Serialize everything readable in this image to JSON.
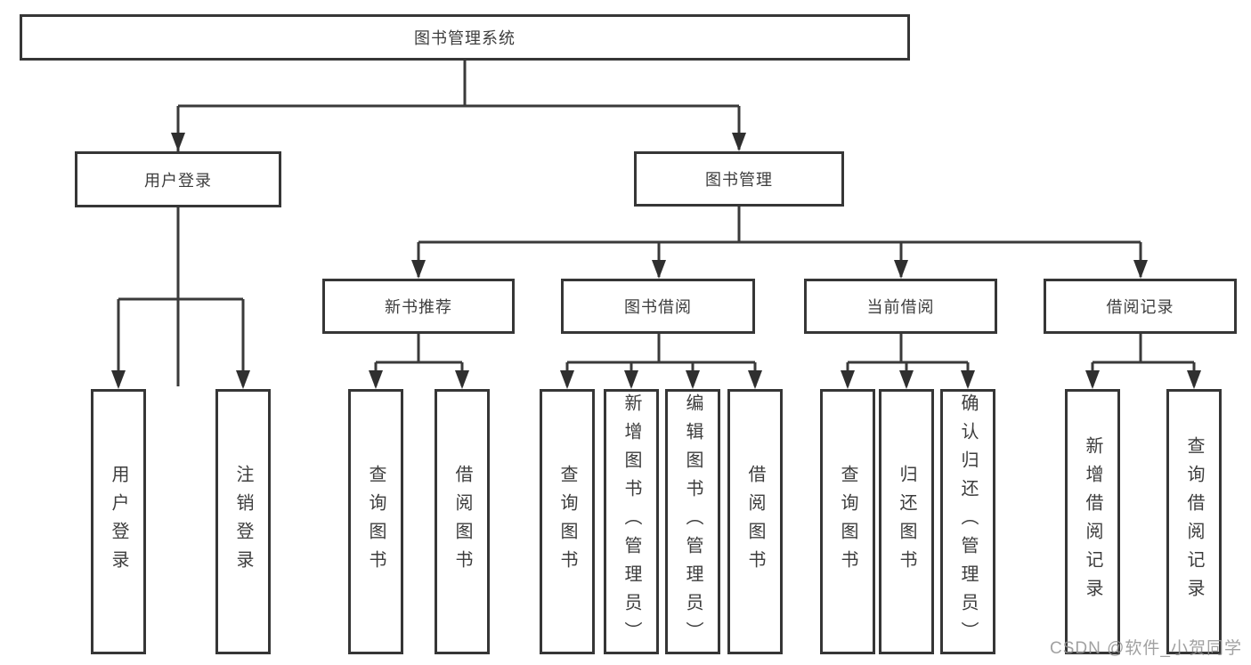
{
  "diagram": {
    "root": "图书管理系统",
    "level2": {
      "user_login": "用户登录",
      "book_mgmt": "图书管理"
    },
    "level3": {
      "new_book_rec": "新书推荐",
      "book_borrow": "图书借阅",
      "current_borrow": "当前借阅",
      "borrow_records": "借阅记录"
    },
    "leaves": {
      "user_login_1": "用户登录",
      "user_login_2": "注销登录",
      "new_book_1": "查询图书",
      "new_book_2": "借阅图书",
      "borrow_1": "查询图书",
      "borrow_2": "新增图书（管理员）",
      "borrow_3": "编辑图书（管理员）",
      "borrow_4": "借阅图书",
      "current_1": "查询图书",
      "current_2": "归还图书",
      "current_3": "确认归还（管理员）",
      "records_1": "新增借阅记录",
      "records_2": "查询借阅记录"
    }
  },
  "watermark": "CSDN @软件_小贺同学",
  "colors": {
    "line": "#3a3a3a",
    "box_border": "#363636",
    "text": "#3d3d3d",
    "watermark": "#949494",
    "background": "#ffffff"
  }
}
